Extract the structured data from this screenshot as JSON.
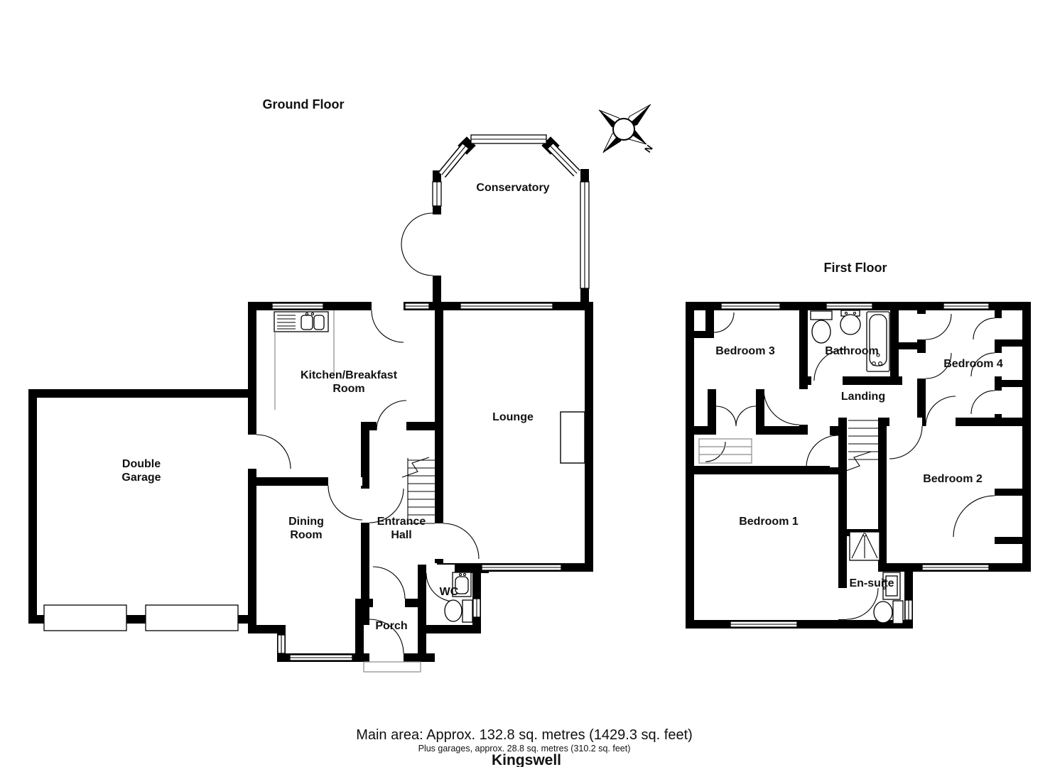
{
  "page": {
    "background": "#ffffff"
  },
  "colors": {
    "wall": "#000000",
    "fixture_line": "#8a8a8a",
    "text": "#111111"
  },
  "ground_floor": {
    "title": "Ground Floor",
    "rooms": {
      "conservatory": {
        "label": "Conservatory"
      },
      "kitchen": {
        "lines": [
          "Kitchen/Breakfast",
          "Room"
        ]
      },
      "lounge": {
        "label": "Lounge"
      },
      "garage": {
        "lines": [
          "Double",
          "Garage"
        ]
      },
      "dining": {
        "lines": [
          "Dining",
          "Room"
        ]
      },
      "hall": {
        "lines": [
          "Entrance",
          "Hall"
        ]
      },
      "wc": {
        "label": "WC"
      },
      "porch": {
        "label": "Porch"
      }
    }
  },
  "first_floor": {
    "title": "First Floor",
    "rooms": {
      "bedroom3": {
        "label": "Bedroom 3"
      },
      "bathroom": {
        "label": "Bathroom"
      },
      "bedroom4": {
        "label": "Bedroom 4"
      },
      "landing": {
        "label": "Landing"
      },
      "bedroom1": {
        "label": "Bedroom 1"
      },
      "bedroom2": {
        "label": "Bedroom 2"
      },
      "ensuite": {
        "label": "En-suite"
      }
    }
  },
  "compass": {
    "north_label": "N"
  },
  "footer": {
    "main_area": "Main area: Approx. 132.8 sq. metres (1429.3 sq. feet)",
    "garage_note": "Plus garages, approx. 28.8 sq. metres (310.2 sq. feet)",
    "property_name": "Kingswell"
  }
}
